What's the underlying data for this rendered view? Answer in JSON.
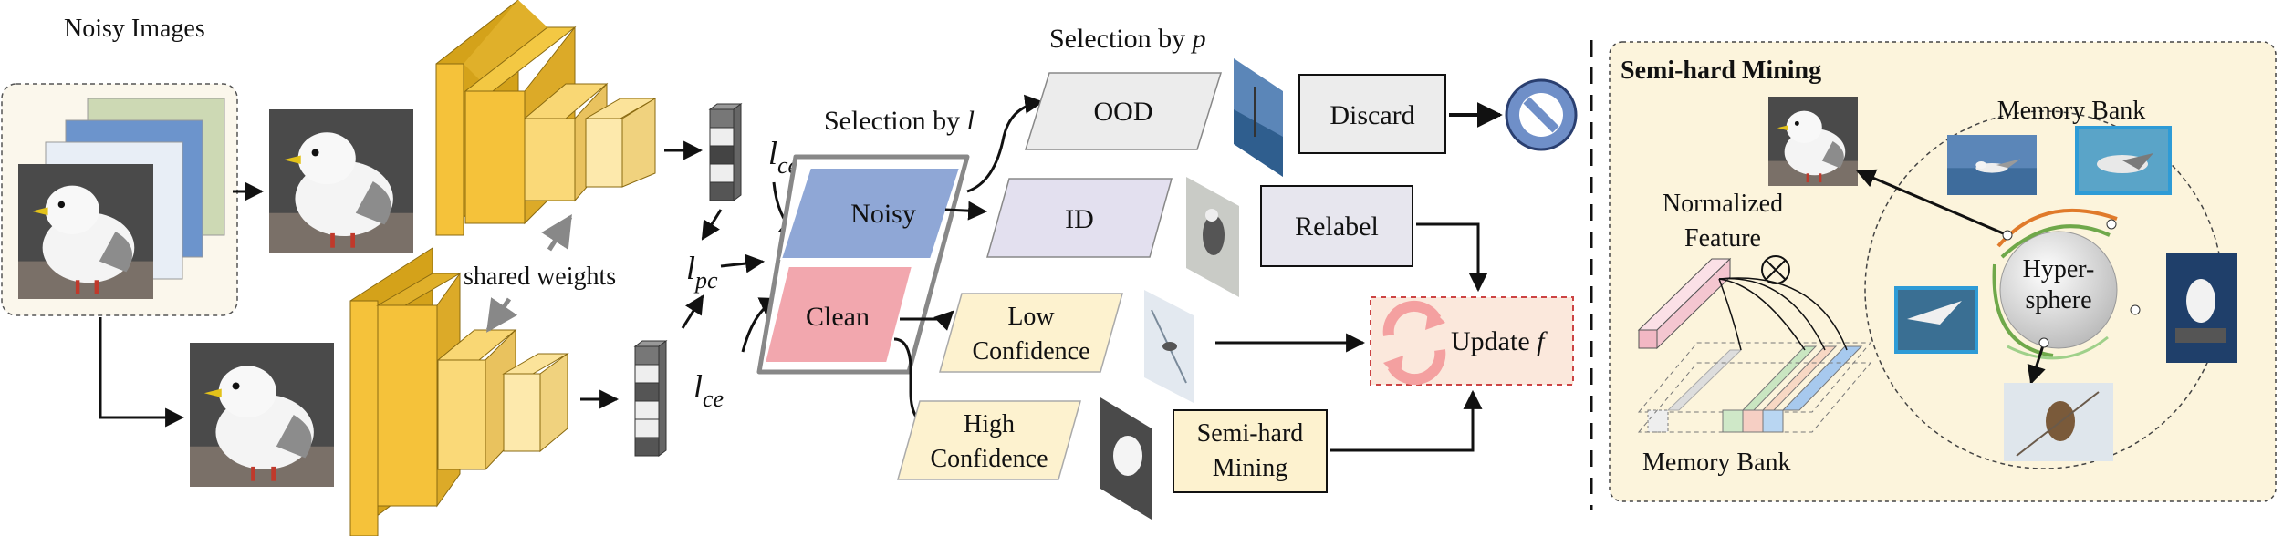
{
  "labels": {
    "noisy_images": "Noisy Images",
    "shared_weights": "shared weights",
    "l_ce": "l",
    "l_ce_sub": "ce",
    "l_pc": "l",
    "l_pc_sub": "pc",
    "selection_l": "Selection by ",
    "selection_l_var": "l",
    "selection_p": "Selection by ",
    "selection_p_var": "p",
    "noisy": "Noisy",
    "clean": "Clean",
    "ood": "OOD",
    "id": "ID",
    "low_conf_1": "Low",
    "low_conf_2": "Confidence",
    "high_conf_1": "High",
    "high_conf_2": "Confidence",
    "discard": "Discard",
    "relabel": "Relabel",
    "update": "Update ",
    "update_var": "f",
    "semi_hard_1": "Semi-hard",
    "semi_hard_2": "Mining",
    "panel_title": "Semi-hard Mining",
    "norm_feat_1": "Normalized",
    "norm_feat_2": "Feature",
    "memory_bank_bottom": "Memory Bank",
    "memory_bank_top": "Memory Bank",
    "hyper_1": "Hyper-",
    "hyper_2": "sphere"
  },
  "colors": {
    "encoder_dark": "#d4a21a",
    "encoder_mid": "#f5c23a",
    "encoder_light": "#fbe39a",
    "noisy_fill": "#8fa7d6",
    "clean_fill": "#f2a7ae",
    "ood_fill": "#ececec",
    "id_fill": "#e3e0ef",
    "conf_fill": "#fdf2cf",
    "update_fill": "#fbe8dc",
    "panel_fill": "#fcf4dc",
    "sphere_fill": "#dcdcdc"
  },
  "icons": [
    "bird-photo",
    "prohibited-icon",
    "update-cycle-icon",
    "otimes-icon"
  ]
}
